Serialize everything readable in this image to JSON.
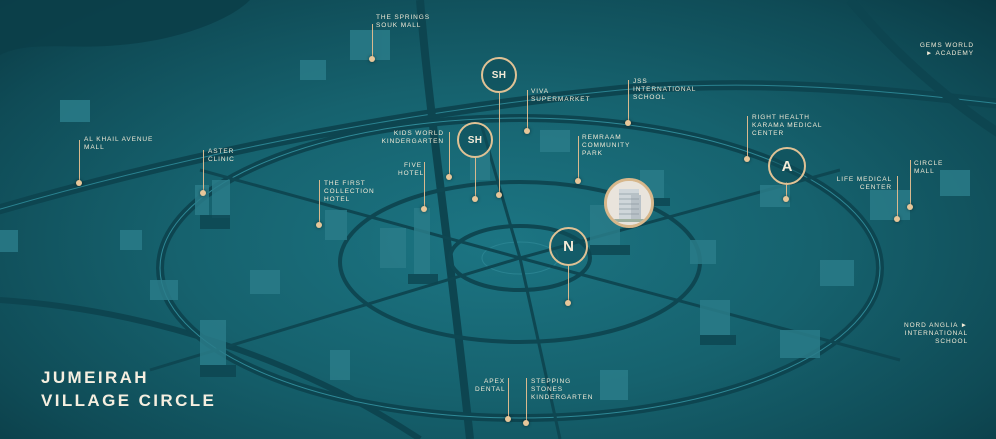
{
  "title": {
    "line1": "JUMEIRAH",
    "line2": "VILLAGE CIRCLE"
  },
  "colors": {
    "accent": "#e0c295",
    "label": "#f1ead6",
    "background": "#16626e"
  },
  "markers": {
    "sh_top": "SH",
    "sh_mid": "SH",
    "a": "A",
    "n": "N",
    "project_icon": "building-icon"
  },
  "labels": {
    "springs": "THE SPRINGS SOUK MALL",
    "gems": "GEMS WORLD ► ACADEMY",
    "viva": "VIVA SUPERMARKET",
    "jss": "JSS INTERNATIONAL SCHOOL",
    "alkhail": "AL KHAIL AVENUE MALL",
    "aster": "ASTER CLINIC",
    "kids": "KIDS WORLD KINDERGARTEN",
    "remraam": "REMRAAM COMMUNITY PARK",
    "righthealth": "RIGHT HEALTH KARAMA MEDICAL CENTER",
    "five": "FIVE HOTEL",
    "firstcollection": "THE FIRST COLLECTION HOTEL",
    "life": "LIFE MEDICAL CENTER",
    "circle": "CIRCLE MALL",
    "nordanglia": "NORD ANGLIA ► INTERNATIONAL SCHOOL",
    "apex": "APEX DENTAL",
    "steppingstones": "STEPPING STONES KINDERGARTEN"
  }
}
